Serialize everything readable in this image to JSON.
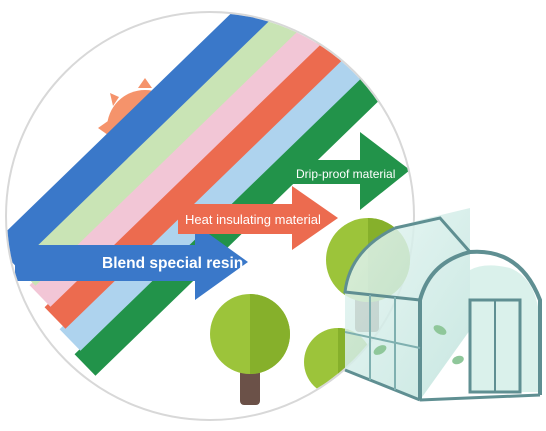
{
  "labels": {
    "blend": "Blend special resin",
    "heat": "Heat insulating material",
    "drip": "Drip-proof material"
  },
  "colors": {
    "blue": "#3a78c9",
    "light_green": "#c9e4b5",
    "pink": "#f2c6d6",
    "red": "#ec6b4f",
    "light_blue": "#aed3ee",
    "green": "#22934a",
    "sun": "#f5936b",
    "tree_leaf": "#9cc43a",
    "tree_leaf_dark": "#86b02b",
    "trunk": "#6b5148",
    "greenhouse": "#cfe9e4"
  }
}
